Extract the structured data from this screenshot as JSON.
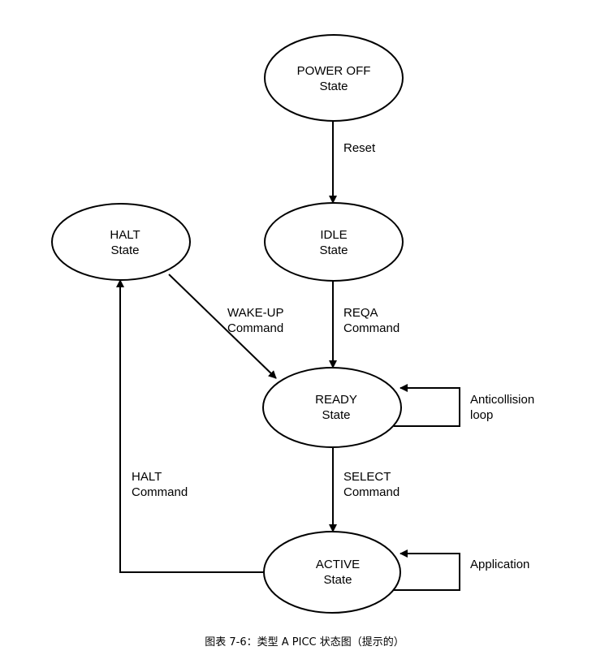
{
  "diagram": {
    "nodes": {
      "power_off": {
        "line1": "POWER OFF",
        "line2": "State"
      },
      "idle": {
        "line1": "IDLE",
        "line2": "State"
      },
      "halt": {
        "line1": "HALT",
        "line2": "State"
      },
      "ready": {
        "line1": "READY",
        "line2": "State"
      },
      "active": {
        "line1": "ACTIVE",
        "line2": "State"
      }
    },
    "edges": {
      "reset": {
        "line1": "Reset"
      },
      "reqa": {
        "line1": "REQA",
        "line2": "Command"
      },
      "wakeup": {
        "line1": "WAKE-UP",
        "line2": "Command"
      },
      "select": {
        "line1": "SELECT",
        "line2": "Command"
      },
      "halt_cmd": {
        "line1": "HALT",
        "line2": "Command"
      },
      "anticollision": {
        "line1": "Anticollision",
        "line2": "loop"
      },
      "application": {
        "line1": "Application"
      }
    },
    "caption": "图表 7-6：类型 A PICC 状态图（提示的）"
  }
}
